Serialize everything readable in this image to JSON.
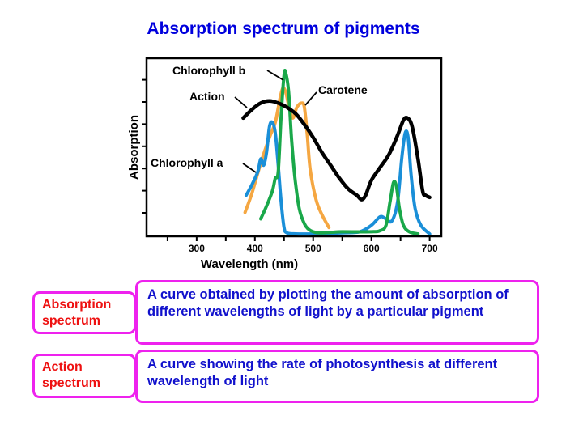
{
  "title": "Absorption spectrum of pigments",
  "colors": {
    "title": "#0000dd",
    "term": "#ee1111",
    "description": "#1111cc",
    "box_border": "#ee22ee",
    "action": "#000000",
    "chlorophyll_a": "#1a8fd8",
    "chlorophyll_b": "#1aa84a",
    "carotene": "#f5a742"
  },
  "chart_data": {
    "type": "line",
    "title": "Absorption spectrum of pigments",
    "xlabel": "Wavelength (nm)",
    "ylabel": "Absorption",
    "xlim": [
      214,
      720
    ],
    "ylim": [
      0,
      8
    ],
    "x_ticks": [
      300,
      400,
      500,
      600,
      700
    ],
    "y_ticks_count": 7,
    "y_tick_labels": false,
    "grid": false,
    "legend_position": "inline labels",
    "series": [
      {
        "name": "Action",
        "label": "Action",
        "color": "#000000",
        "x": [
          380,
          395,
          410,
          425,
          440,
          455,
          470,
          485,
          500,
          515,
          530,
          545,
          560,
          575,
          583,
          590,
          600,
          615,
          630,
          645,
          655,
          662,
          670,
          680,
          688,
          693,
          700
        ],
        "y": [
          5.4,
          5.8,
          6.1,
          6.2,
          6.1,
          5.9,
          5.6,
          5.1,
          4.5,
          3.8,
          3.2,
          2.6,
          2.1,
          1.8,
          1.6,
          1.8,
          2.5,
          3.1,
          3.7,
          4.6,
          5.3,
          5.4,
          5.0,
          3.5,
          2.0,
          1.8,
          1.7
        ]
      },
      {
        "name": "Chlorophyll a",
        "label": "Chlorophyll a",
        "color": "#1a8fd8",
        "x": [
          385,
          395,
          405,
          410,
          415,
          420,
          425,
          430,
          435,
          440,
          445,
          450,
          455,
          470,
          500,
          550,
          580,
          600,
          615,
          625,
          635,
          645,
          652,
          658,
          663,
          668,
          675,
          685,
          700
        ],
        "y": [
          1.8,
          2.3,
          2.9,
          3.5,
          3.2,
          3.8,
          5.0,
          5.2,
          4.7,
          3.2,
          1.5,
          0.3,
          0.05,
          0.0,
          0.0,
          0.05,
          0.1,
          0.4,
          0.8,
          0.7,
          0.6,
          1.5,
          3.5,
          4.7,
          4.5,
          2.8,
          1.2,
          0.4,
          0.0
        ]
      },
      {
        "name": "Chlorophyll b",
        "label": "Chlorophyll b",
        "color": "#1aa84a",
        "x": [
          410,
          420,
          430,
          435,
          440,
          445,
          450,
          453,
          458,
          463,
          470,
          480,
          500,
          550,
          600,
          615,
          625,
          632,
          638,
          643,
          648,
          655,
          665,
          680
        ],
        "y": [
          0.7,
          1.3,
          2.0,
          2.6,
          2.9,
          5.5,
          7.4,
          7.5,
          6.6,
          4.4,
          2.3,
          0.8,
          0.1,
          0.1,
          0.1,
          0.15,
          0.4,
          1.5,
          2.4,
          2.2,
          1.2,
          0.4,
          0.1,
          0.0
        ]
      },
      {
        "name": "Carotene",
        "label": "Carotene",
        "color": "#f5a742",
        "x": [
          383,
          395,
          410,
          425,
          435,
          443,
          448,
          453,
          458,
          465,
          472,
          480,
          485,
          490,
          495,
          505,
          515,
          527
        ],
        "y": [
          1.0,
          1.9,
          3.3,
          4.5,
          5.2,
          6.3,
          6.8,
          6.6,
          6.0,
          5.4,
          5.9,
          6.1,
          5.9,
          4.6,
          3.0,
          1.6,
          0.9,
          0.3
        ]
      }
    ]
  },
  "axes": {
    "xlabel": "Wavelength (nm)",
    "ylabel": "Absorption",
    "x_ticks": [
      {
        "label": "300",
        "value": 300
      },
      {
        "label": "400",
        "value": 400
      },
      {
        "label": "500",
        "value": 500
      },
      {
        "label": "600",
        "value": 600
      },
      {
        "label": "700",
        "value": 700
      }
    ]
  },
  "labels": {
    "chlorophyll_b": "Chlorophyll b",
    "action": "Action",
    "carotene": "Carotene",
    "chlorophyll_a": "Chlorophyll a"
  },
  "definitions": [
    {
      "term": "Absorption spectrum",
      "term_line1": "Absorption",
      "term_line2": "spectrum",
      "description": "A curve obtained by plotting the amount of absorption of different wavelengths of light by a particular pigment"
    },
    {
      "term": "Action spectrum",
      "term_line1": "Action",
      "term_line2": "spectrum",
      "description": "A curve showing the rate of photosynthesis at different wavelength of light"
    }
  ]
}
